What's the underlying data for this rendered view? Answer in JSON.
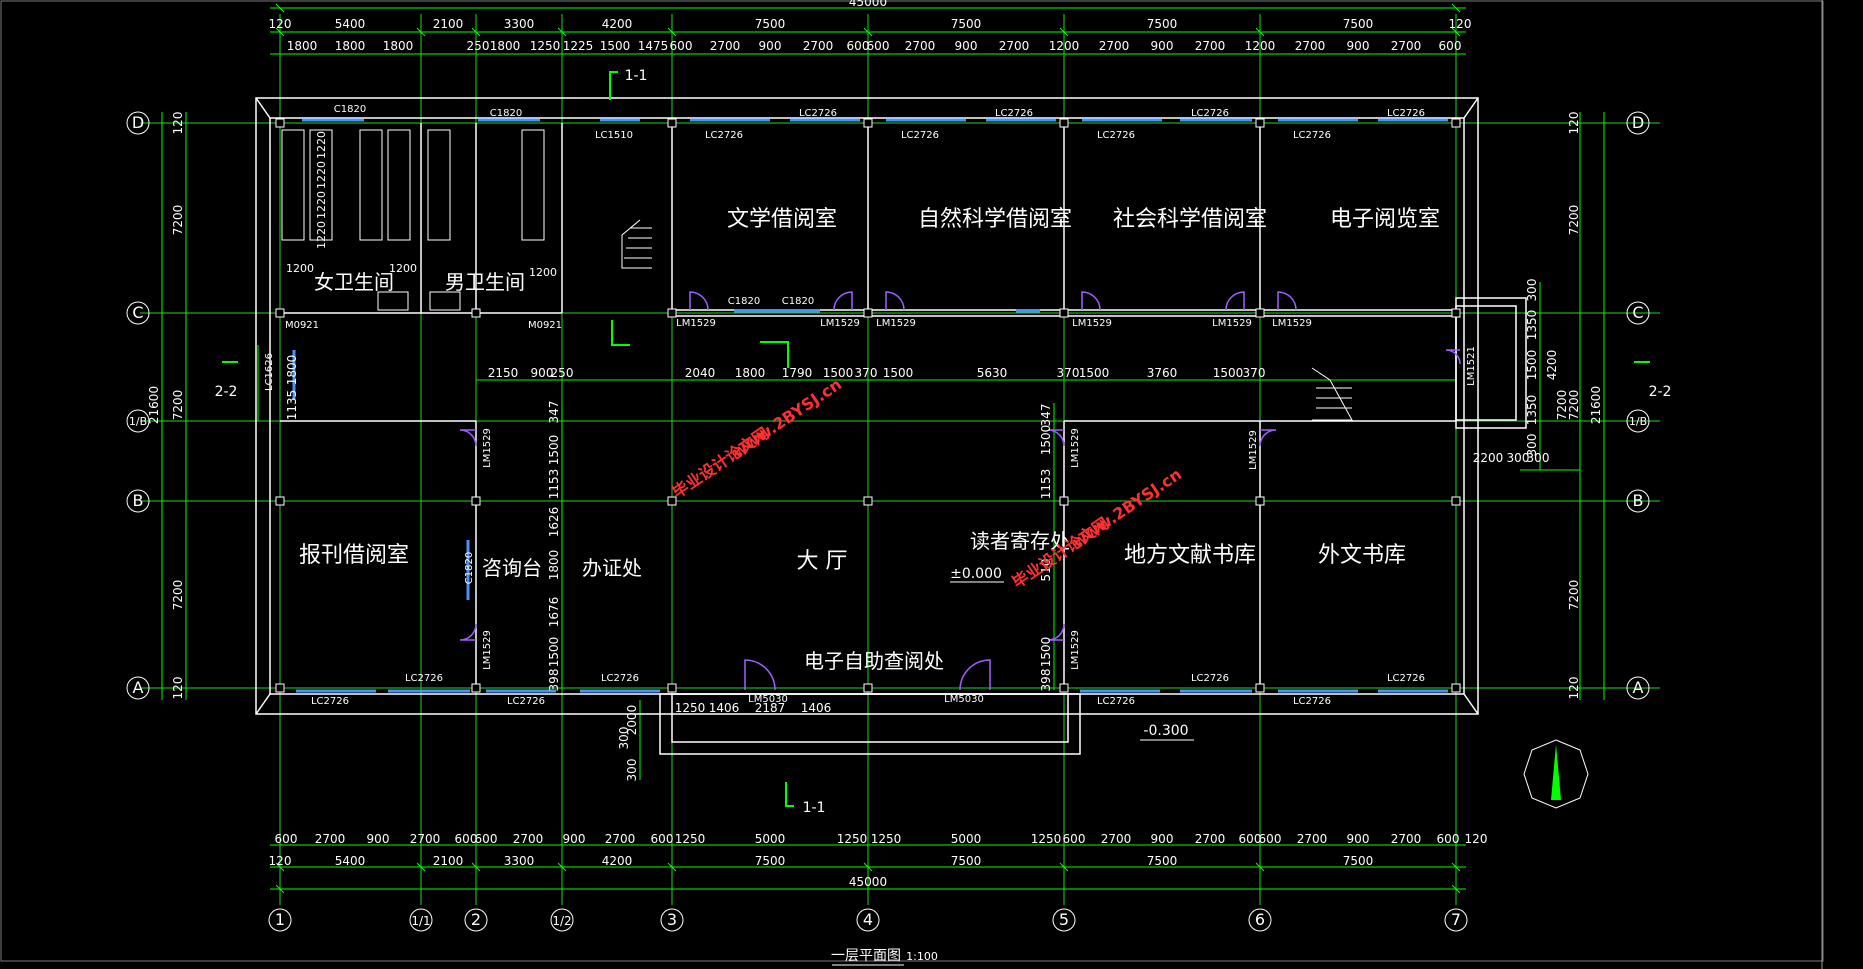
{
  "drawing": {
    "overall_width": "45000",
    "overall_height": "21600",
    "caption": "一层平面图",
    "scale": "1:100",
    "elevation_floor": "±0.000",
    "elevation_outside": "-0.300",
    "section_1": "1-1",
    "section_2": "2-2"
  },
  "axes": {
    "columns": [
      "1",
      "1/1",
      "2",
      "1/2",
      "3",
      "4",
      "5",
      "6",
      "7"
    ],
    "rows": [
      "D",
      "C",
      "1/B",
      "B",
      "A"
    ]
  },
  "rooms": {
    "literature": "文学借阅室",
    "natural_science": "自然科学借阅室",
    "social_science": "社会科学借阅室",
    "e_reading": "电子阅览室",
    "women_wc": "女卫生间",
    "men_wc": "男卫生间",
    "newspaper": "报刊借阅室",
    "consult": "咨询台",
    "card_office": "办证处",
    "hall": "大 厅",
    "bag_storage": "读者寄存处",
    "local_docs": "地方文献书库",
    "foreign_books": "外文书库",
    "self_service": "电子自助查阅处"
  },
  "dims": {
    "top_axis": [
      "120",
      "5400",
      "2100",
      "3300",
      "4200",
      "7500",
      "7500",
      "7500",
      "7500",
      "120"
    ],
    "top_detail": [
      "1800",
      "1800",
      "1800",
      "250",
      "1800",
      "1250",
      "1225",
      "1500",
      "1475",
      "600",
      "2700",
      "900",
      "2700",
      "600",
      "600",
      "2700",
      "900",
      "2700",
      "1200",
      "2700",
      "900",
      "2700",
      "1200",
      "2700",
      "900",
      "2700",
      "600"
    ],
    "bottom_detail": [
      "600",
      "2700",
      "900",
      "2700",
      "600",
      "600",
      "2700",
      "900",
      "2700",
      "600",
      "1250",
      "5000",
      "1250",
      "1250",
      "5000",
      "1250",
      "600",
      "2700",
      "900",
      "2700",
      "600",
      "600",
      "2700",
      "900",
      "2700",
      "600",
      "120"
    ],
    "bottom_axis": [
      "120",
      "5400",
      "2100",
      "3300",
      "4200",
      "7500",
      "7500",
      "7500",
      "7500"
    ],
    "left_side": [
      "120",
      "7200",
      "7200",
      "7200",
      "120"
    ],
    "right_side": [
      "120",
      "7200",
      "7200",
      "7200",
      "120"
    ],
    "left_total": "21600",
    "right_total": "21600",
    "corridor": [
      "2150",
      "900",
      "250",
      "2040",
      "1800",
      "1790",
      "1500",
      "370",
      "1500",
      "5630",
      "370",
      "1500",
      "3760",
      "1500",
      "370"
    ],
    "porch": [
      "1250",
      "1406",
      "2187",
      "1406"
    ],
    "porch_side": [
      "2000",
      "300",
      "300"
    ],
    "stair_right": [
      "300",
      "1350",
      "1500",
      "1350",
      "300",
      "4200",
      "7200",
      "2200",
      "300",
      "300"
    ],
    "middle_col": [
      "347",
      "1500",
      "1153",
      "1626",
      "1800",
      "1676",
      "1500",
      "398"
    ],
    "right_col": [
      "1500",
      "347",
      "1153",
      "510",
      "1500",
      "398"
    ],
    "wc": [
      "1220",
      "1220",
      "1220",
      "1220",
      "1200",
      "1200",
      "1200"
    ],
    "left_short": [
      "1800",
      "1135"
    ]
  },
  "tags": {
    "c1820": "C1820",
    "lc2726": "LC2726",
    "lc1510": "LC1510",
    "lm1529": "LM1529",
    "m0921": "M0921",
    "lc1626": "LC1626",
    "lm5030": "LM5030",
    "lm1521": "LM1521"
  },
  "watermark": {
    "cn": "毕业设计论文网",
    "url": "www.2BYSJ.cn"
  },
  "colors": {
    "wall": "#ffffff",
    "dim_line": "#00ff00",
    "axis_line": "#1fd41f",
    "window": "#4a90ff",
    "door": "#a060ff",
    "watermark": "#ff3030"
  }
}
